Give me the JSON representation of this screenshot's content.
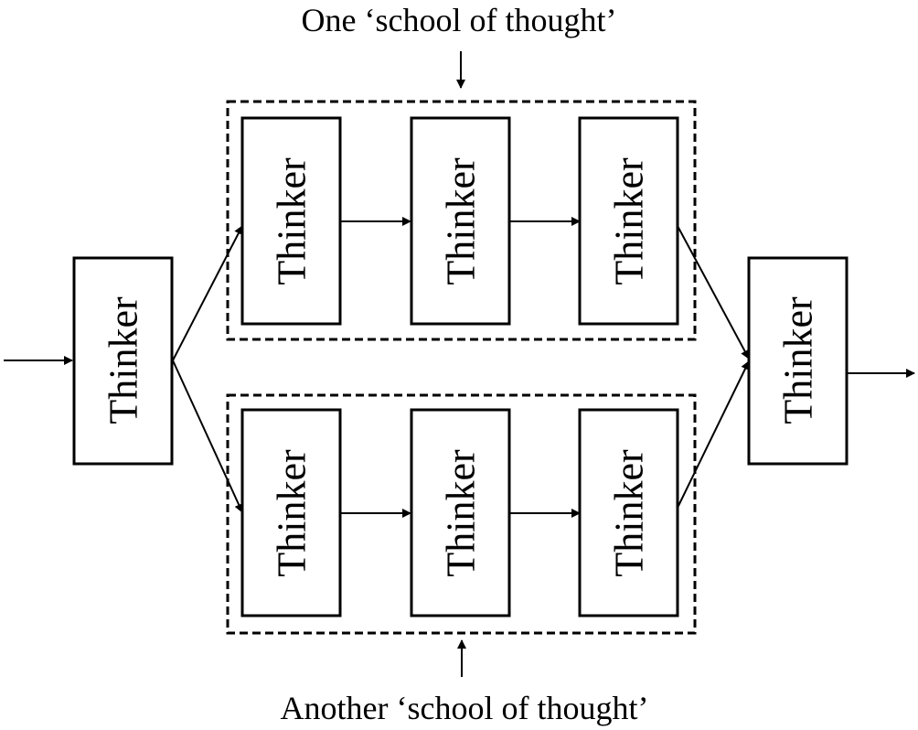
{
  "captions": {
    "top": "One ‘school of thought’",
    "bottom": "Another ‘school of thought’"
  },
  "nodes": {
    "input": "Thinker",
    "top_1": "Thinker",
    "top_2": "Thinker",
    "top_3": "Thinker",
    "bottom_1": "Thinker",
    "bottom_2": "Thinker",
    "bottom_3": "Thinker",
    "output": "Thinker"
  },
  "colors": {
    "stroke": "#000000",
    "background": "#ffffff"
  }
}
